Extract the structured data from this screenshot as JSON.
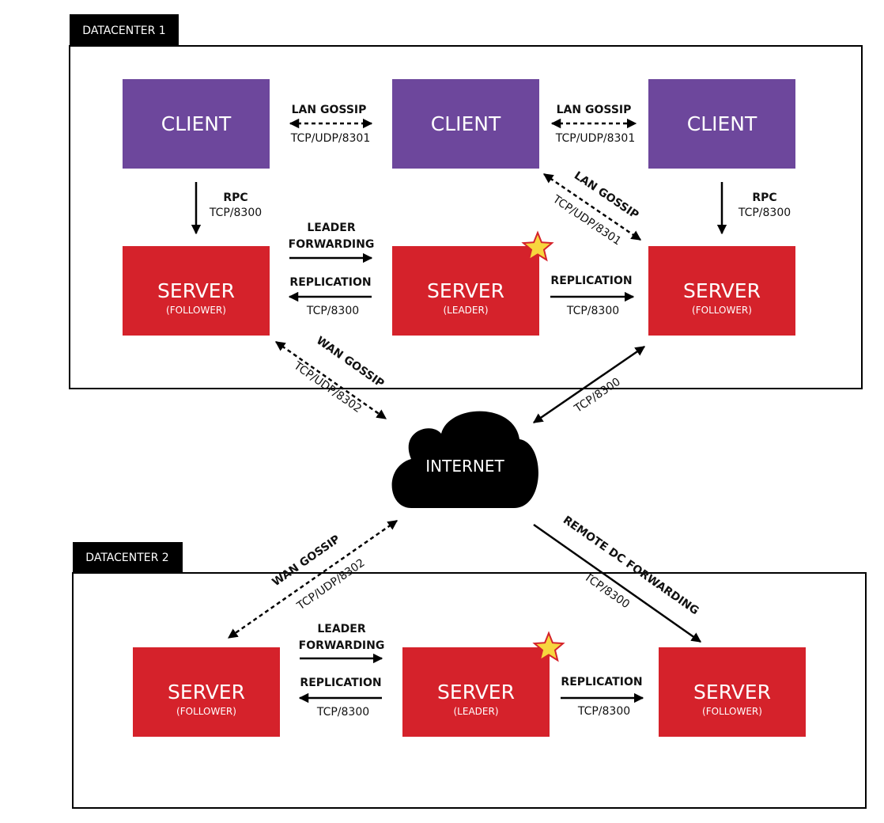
{
  "colors": {
    "client": "#6d479c",
    "server": "#d5222b",
    "line": "#000000",
    "cloud": "#000000",
    "star_fill": "#f7d63e",
    "star_stroke": "#d5222b"
  },
  "datacenters": [
    {
      "label": "DATACENTER 1"
    },
    {
      "label": "DATACENTER 2"
    }
  ],
  "nodes": {
    "dc1_client_left": {
      "title": "CLIENT"
    },
    "dc1_client_mid": {
      "title": "CLIENT"
    },
    "dc1_client_right": {
      "title": "CLIENT"
    },
    "dc1_server_left": {
      "title": "SERVER",
      "role": "(FOLLOWER)"
    },
    "dc1_server_mid": {
      "title": "SERVER",
      "role": "(LEADER)",
      "icon": "star-icon"
    },
    "dc1_server_right": {
      "title": "SERVER",
      "role": "(FOLLOWER)"
    },
    "dc2_server_left": {
      "title": "SERVER",
      "role": "(FOLLOWER)"
    },
    "dc2_server_mid": {
      "title": "SERVER",
      "role": "(LEADER)",
      "icon": "star-icon"
    },
    "dc2_server_right": {
      "title": "SERVER",
      "role": "(FOLLOWER)"
    }
  },
  "internet": {
    "label": "INTERNET",
    "icon": "cloud-icon"
  },
  "edges": {
    "dc1_lan_gossip_left": {
      "name": "LAN GOSSIP",
      "protocol": "TCP/UDP/8301"
    },
    "dc1_lan_gossip_right": {
      "name": "LAN GOSSIP",
      "protocol": "TCP/UDP/8301"
    },
    "dc1_lan_gossip_diag": {
      "name": "LAN GOSSIP",
      "protocol": "TCP/UDP/8301"
    },
    "dc1_rpc_left": {
      "name": "RPC",
      "protocol": "TCP/8300"
    },
    "dc1_rpc_right": {
      "name": "RPC",
      "protocol": "TCP/8300"
    },
    "dc1_leader_forwarding": {
      "line1": "LEADER",
      "line2": "FORWARDING"
    },
    "dc1_replication_left": {
      "name": "REPLICATION",
      "protocol": "TCP/8300"
    },
    "dc1_replication_right": {
      "name": "REPLICATION",
      "protocol": "TCP/8300"
    },
    "dc1_wan_gossip": {
      "name": "WAN GOSSIP",
      "protocol": "TCP/UDP/8302"
    },
    "dc1_internet_tcp": {
      "protocol": "TCP/8300"
    },
    "dc2_wan_gossip": {
      "name": "WAN GOSSIP",
      "protocol": "TCP/UDP/8302"
    },
    "remote_dc_forwarding": {
      "name": "REMOTE DC FORWARDING",
      "protocol": "TCP/8300"
    },
    "dc2_leader_forwarding": {
      "line1": "LEADER",
      "line2": "FORWARDING"
    },
    "dc2_replication_left": {
      "name": "REPLICATION",
      "protocol": "TCP/8300"
    },
    "dc2_replication_right": {
      "name": "REPLICATION",
      "protocol": "TCP/8300"
    }
  }
}
